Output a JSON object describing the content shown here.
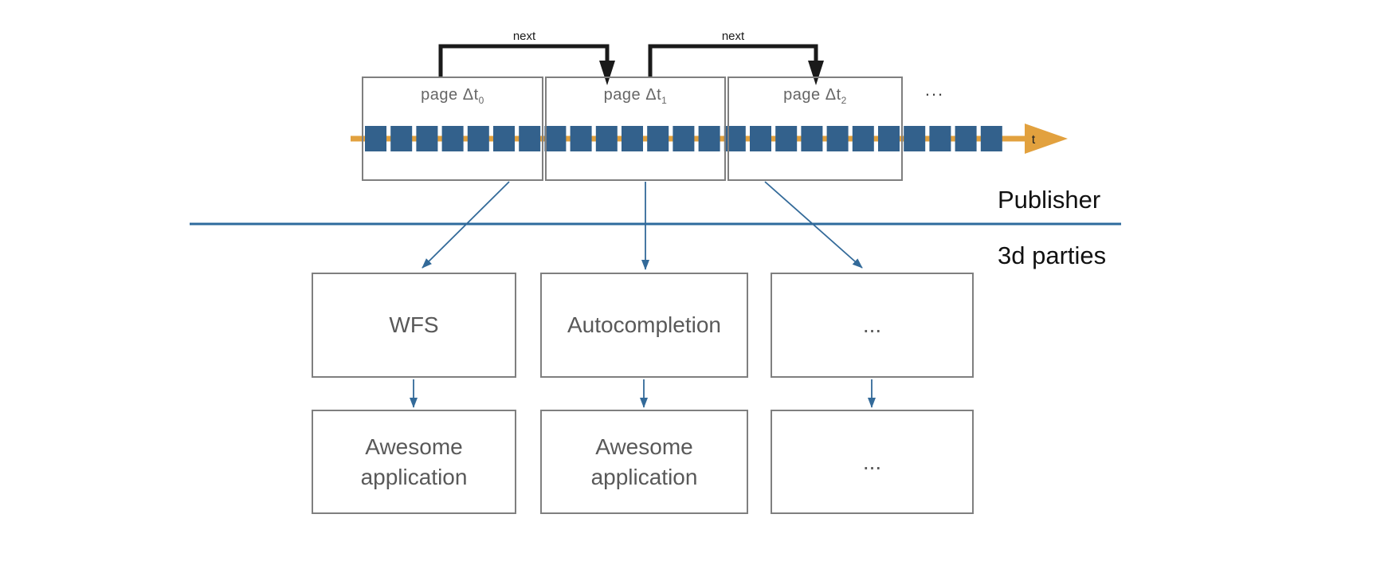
{
  "timeline": {
    "axis_label": "t",
    "ellipsis": "...",
    "square_count": 25
  },
  "page_boxes": [
    {
      "label": "page Δt",
      "subscript": "0"
    },
    {
      "label": "page Δt",
      "subscript": "1"
    },
    {
      "label": "page Δt",
      "subscript": "2"
    }
  ],
  "next_arrows": [
    {
      "label": "next"
    },
    {
      "label": "next"
    }
  ],
  "regions": {
    "publisher": "Publisher",
    "third_parties": "3d parties"
  },
  "services": [
    "WFS",
    "Autocompletion",
    "..."
  ],
  "applications": [
    {
      "lines": [
        "Awesome",
        "application"
      ]
    },
    {
      "lines": [
        "Awesome",
        "application"
      ]
    },
    {
      "lines": [
        "..."
      ]
    }
  ],
  "colors": {
    "axis_orange": "#E2A13E",
    "square_blue": "#33618C",
    "divider_blue": "#2E6B9D",
    "connector_blue": "#336A99",
    "next_black": "#1A1A1A",
    "box_border_gray": "#7F7F7F",
    "label_gray": "#595959"
  }
}
